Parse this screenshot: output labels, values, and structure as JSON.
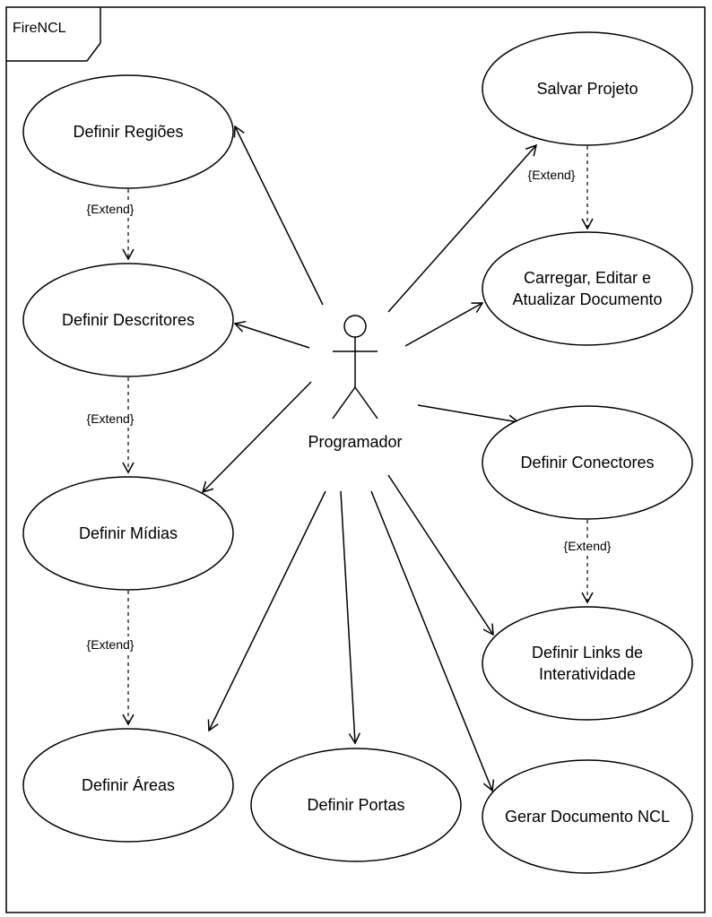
{
  "frame": {
    "label": "FireNCL"
  },
  "actor": {
    "name": "Programador",
    "icon": "stick-figure-actor-icon"
  },
  "colors": {
    "stroke": "#000000",
    "background": "#ffffff"
  },
  "use_cases": [
    {
      "id": "definir-regioes",
      "lines": [
        "Definir Regiões"
      ]
    },
    {
      "id": "definir-descritores",
      "lines": [
        "Definir Descritores"
      ]
    },
    {
      "id": "definir-midias",
      "lines": [
        "Definir Mídias"
      ]
    },
    {
      "id": "definir-areas",
      "lines": [
        "Definir Áreas"
      ]
    },
    {
      "id": "definir-portas",
      "lines": [
        "Definir Portas"
      ]
    },
    {
      "id": "gerar-documento-ncl",
      "lines": [
        "Gerar Documento NCL"
      ]
    },
    {
      "id": "definir-links",
      "lines": [
        "Definir Links de",
        "Interatividade"
      ]
    },
    {
      "id": "definir-conectores",
      "lines": [
        "Definir Conectores"
      ]
    },
    {
      "id": "carregar-editar",
      "lines": [
        "Carregar, Editar e",
        "Atualizar Documento"
      ]
    },
    {
      "id": "salvar-projeto",
      "lines": [
        "Salvar Projeto"
      ]
    }
  ],
  "associations": [
    {
      "to": "definir-regioes"
    },
    {
      "to": "definir-descritores"
    },
    {
      "to": "definir-midias"
    },
    {
      "to": "definir-areas"
    },
    {
      "to": "definir-portas"
    },
    {
      "to": "gerar-documento-ncl"
    },
    {
      "to": "definir-links"
    },
    {
      "to": "definir-conectores"
    },
    {
      "to": "carregar-editar"
    },
    {
      "to": "salvar-projeto"
    }
  ],
  "extends": [
    {
      "from": "definir-regioes",
      "to": "definir-descritores",
      "label": "{Extend}"
    },
    {
      "from": "definir-descritores",
      "to": "definir-midias",
      "label": "{Extend}"
    },
    {
      "from": "definir-midias",
      "to": "definir-areas",
      "label": "{Extend}"
    },
    {
      "from": "salvar-projeto",
      "to": "carregar-editar",
      "label": "{Extend}"
    },
    {
      "from": "definir-conectores",
      "to": "definir-links",
      "label": "{Extend}"
    }
  ]
}
